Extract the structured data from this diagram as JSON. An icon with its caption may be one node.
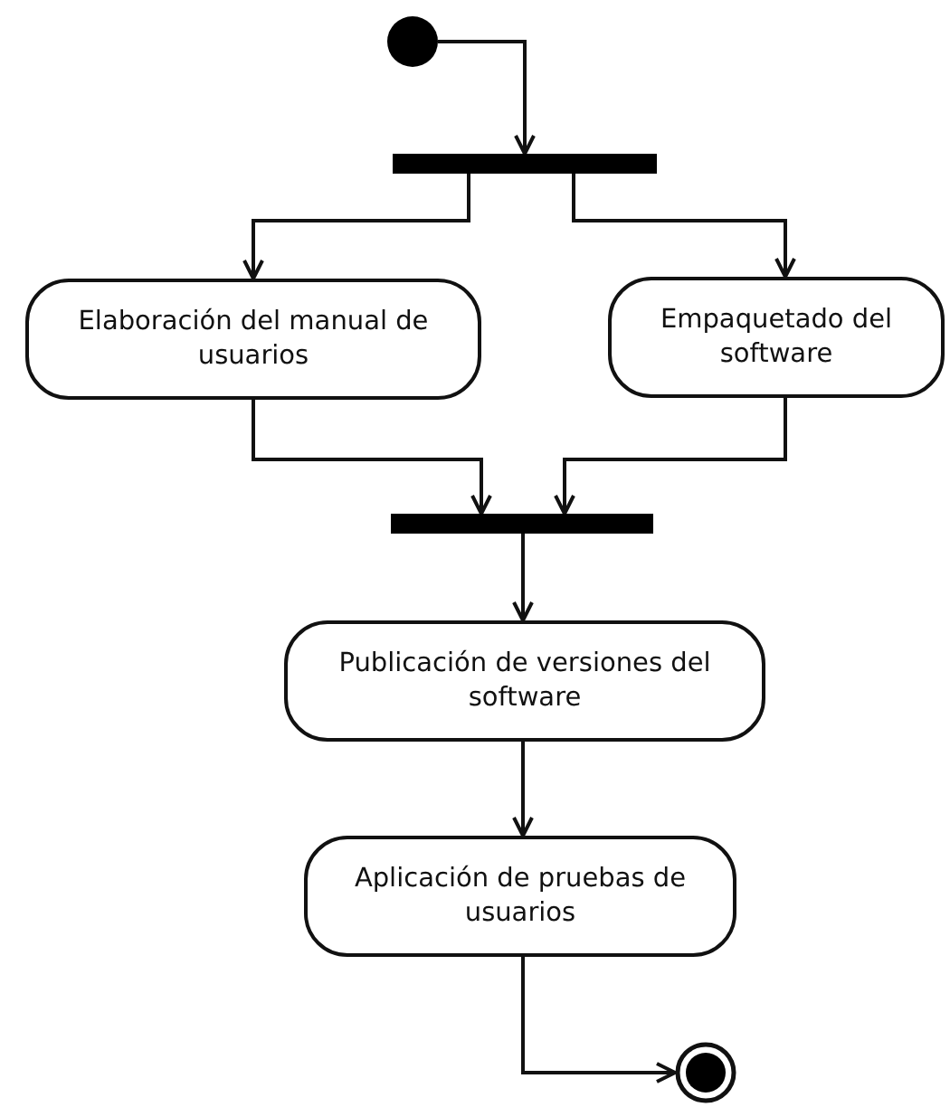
{
  "diagram": {
    "nodes": [
      {
        "text": [],
        "shape": "circle"
      },
      {
        "text": [],
        "shape": "bar"
      },
      {
        "text": [
          "Elaboración del manual de usuarios"
        ]
      },
      {
        "text": [
          "Empaquetado del software"
        ]
      },
      {
        "text": [],
        "shape": "bar"
      },
      {
        "text": [
          "Publicación de versiones del software"
        ]
      },
      {
        "text": [
          "Aplicación de pruebas de usuarios"
        ]
      },
      {
        "text": [],
        "shape": "circle"
      }
    ],
    "edges": [
      {
        "from": 0,
        "to": 1,
        "arrow": "to"
      },
      {
        "from": 1,
        "to": 2,
        "arrow": "to"
      },
      {
        "from": 1,
        "to": 3,
        "arrow": "to"
      },
      {
        "from": 2,
        "to": 4,
        "arrow": "to"
      },
      {
        "from": 3,
        "to": 4,
        "arrow": "to"
      },
      {
        "from": 4,
        "to": 5,
        "arrow": "to"
      },
      {
        "from": 5,
        "to": 6,
        "arrow": "to"
      },
      {
        "from": 6,
        "to": 7,
        "arrow": "to"
      }
    ]
  }
}
